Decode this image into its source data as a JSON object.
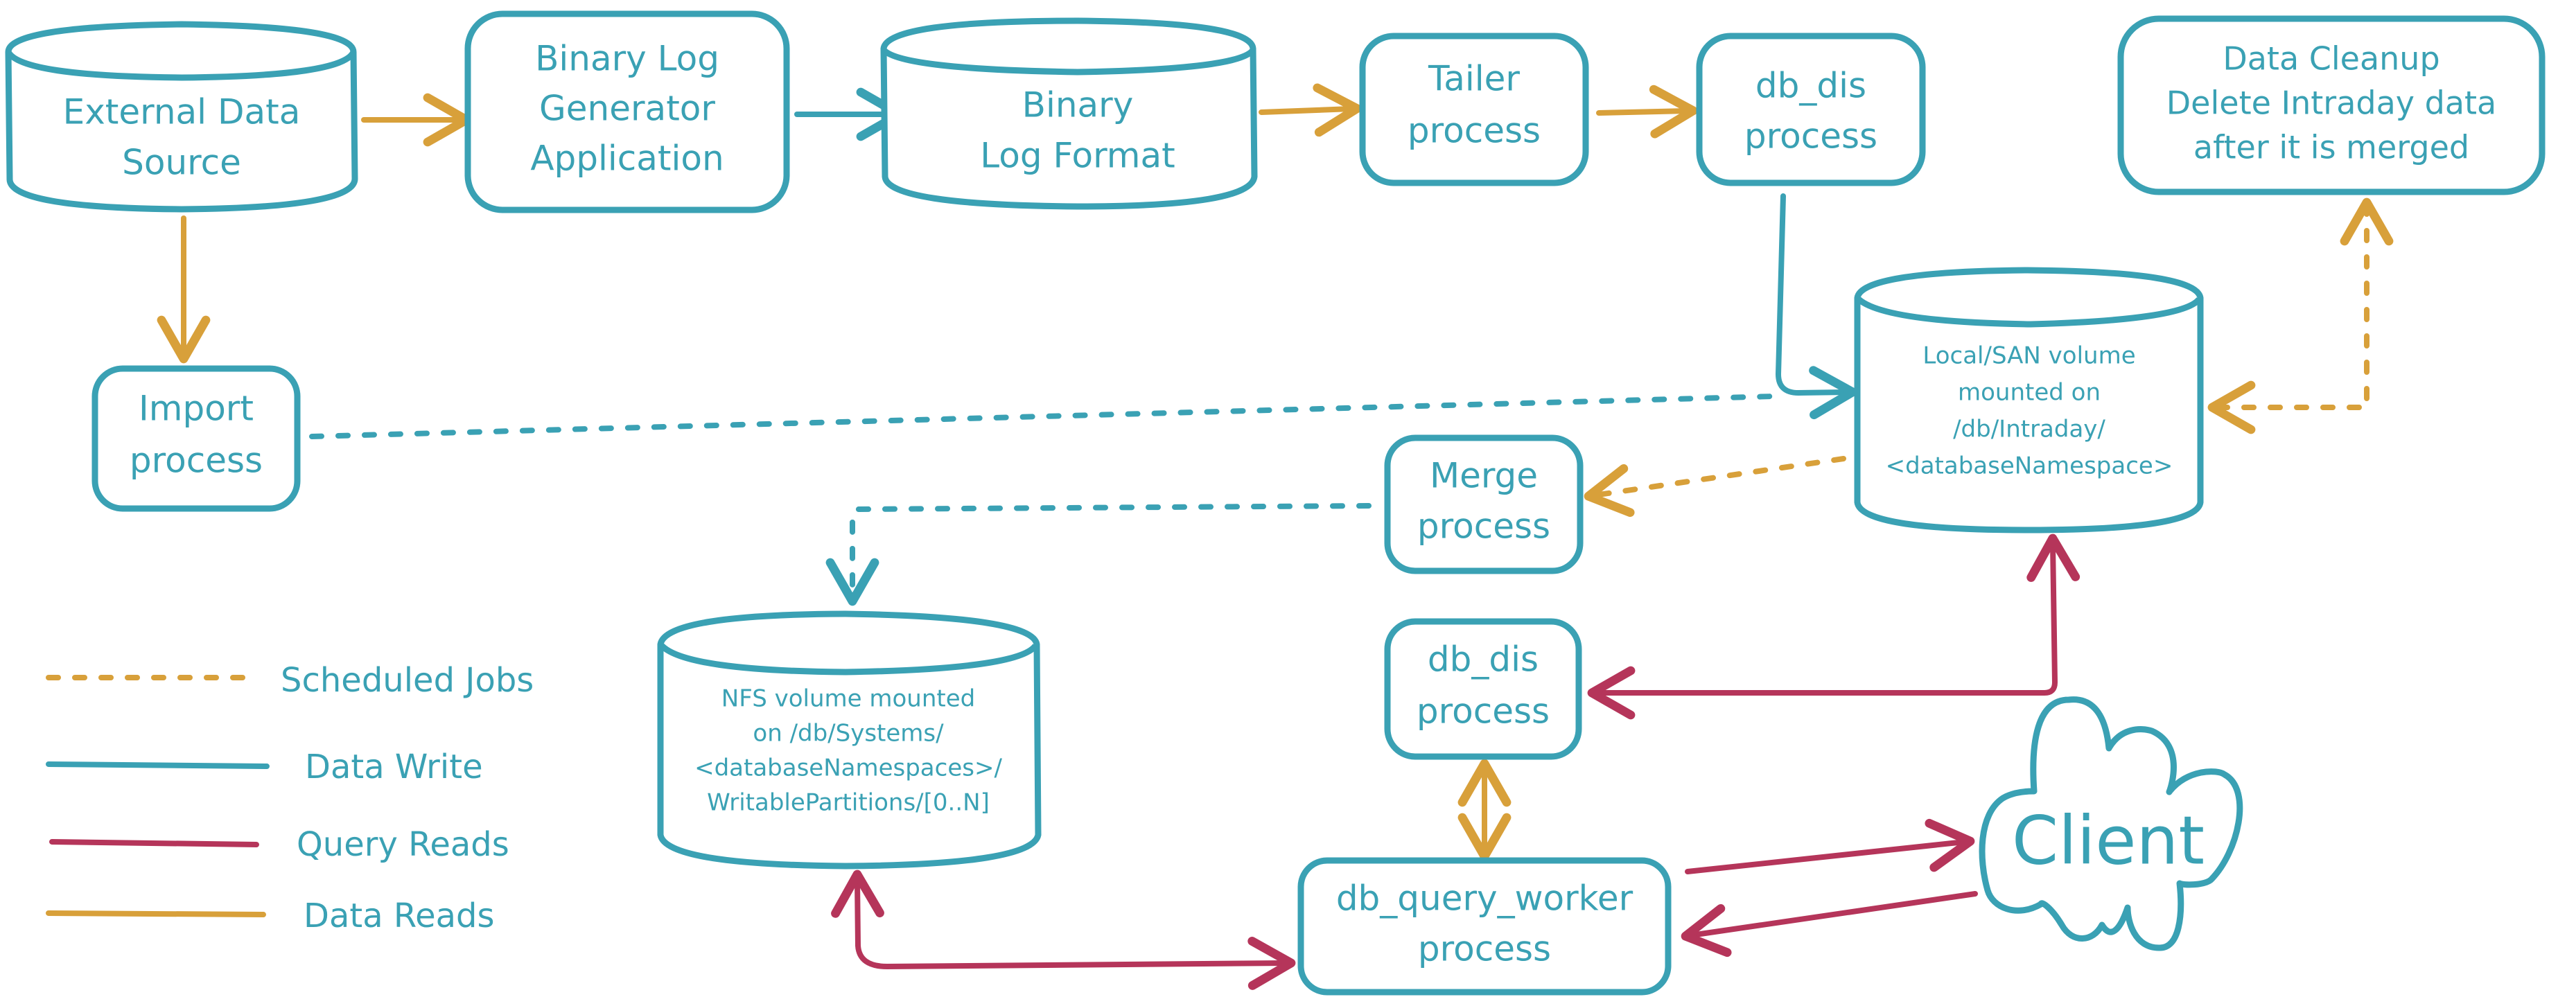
{
  "colors": {
    "node_stroke": "#3aa1b4",
    "text": "#3aa1b4",
    "scheduled_jobs": "#d8a03a",
    "data_write": "#3aa1b4",
    "query_reads": "#b5355a",
    "data_reads": "#d8a03a"
  },
  "nodes": {
    "external_data_source": {
      "type": "cylinder",
      "lines": [
        "External Data",
        "Source"
      ]
    },
    "binary_log_generator": {
      "type": "box",
      "lines": [
        "Binary Log",
        "Generator",
        "Application"
      ]
    },
    "binary_log_format": {
      "type": "cylinder",
      "lines": [
        "Binary",
        "Log Format"
      ]
    },
    "tailer": {
      "type": "box",
      "lines": [
        "Tailer",
        "process"
      ]
    },
    "db_dis_top": {
      "type": "box",
      "lines": [
        "db_dis",
        "process"
      ]
    },
    "data_cleanup": {
      "type": "box",
      "lines": [
        "Data Cleanup",
        "Delete Intraday data",
        "after it is merged"
      ]
    },
    "import": {
      "type": "box",
      "lines": [
        "Import",
        "process"
      ]
    },
    "local_san": {
      "type": "cylinder",
      "lines": [
        "Local/SAN volume",
        "mounted on",
        "/db/Intraday/",
        "<databaseNamespace>"
      ]
    },
    "merge": {
      "type": "box",
      "lines": [
        "Merge",
        "process"
      ]
    },
    "nfs": {
      "type": "cylinder",
      "lines": [
        "NFS volume mounted",
        "on /db/Systems/",
        "<databaseNamespaces>/",
        "WritablePartitions/[0..N]"
      ]
    },
    "db_dis_bottom": {
      "type": "box",
      "lines": [
        "db_dis",
        "process"
      ]
    },
    "db_query_worker": {
      "type": "box",
      "lines": [
        "db_query_worker",
        "process"
      ]
    },
    "client": {
      "type": "cloud",
      "lines": [
        "Client"
      ]
    }
  },
  "edges": [
    {
      "from": "external_data_source",
      "to": "binary_log_generator",
      "kind": "data_reads"
    },
    {
      "from": "binary_log_generator",
      "to": "binary_log_format",
      "kind": "data_write"
    },
    {
      "from": "binary_log_format",
      "to": "tailer",
      "kind": "data_reads"
    },
    {
      "from": "tailer",
      "to": "db_dis_top",
      "kind": "data_reads"
    },
    {
      "from": "db_dis_top",
      "to": "local_san",
      "kind": "data_write"
    },
    {
      "from": "external_data_source",
      "to": "import",
      "kind": "data_reads"
    },
    {
      "from": "import",
      "to": "local_san",
      "kind": "scheduled_write"
    },
    {
      "from": "data_cleanup",
      "to": "local_san",
      "kind": "scheduled_jobs",
      "bidirectional": true
    },
    {
      "from": "local_san",
      "to": "merge",
      "kind": "scheduled_jobs"
    },
    {
      "from": "merge",
      "to": "nfs",
      "kind": "scheduled_write"
    },
    {
      "from": "local_san",
      "to": "db_dis_bottom",
      "kind": "query_reads",
      "bidirectional": true
    },
    {
      "from": "db_dis_bottom",
      "to": "db_query_worker",
      "kind": "data_reads",
      "bidirectional": true
    },
    {
      "from": "nfs",
      "to": "db_query_worker",
      "kind": "query_reads",
      "bidirectional": true
    },
    {
      "from": "db_query_worker",
      "to": "client",
      "kind": "query_reads"
    },
    {
      "from": "client",
      "to": "db_query_worker",
      "kind": "query_reads"
    }
  ],
  "legend": [
    {
      "label": "Scheduled Jobs",
      "style": "dashed",
      "color_key": "scheduled_jobs"
    },
    {
      "label": "Data Write",
      "style": "solid",
      "color_key": "data_write"
    },
    {
      "label": "Query Reads",
      "style": "solid",
      "color_key": "query_reads"
    },
    {
      "label": "Data Reads",
      "style": "solid",
      "color_key": "data_reads"
    }
  ]
}
